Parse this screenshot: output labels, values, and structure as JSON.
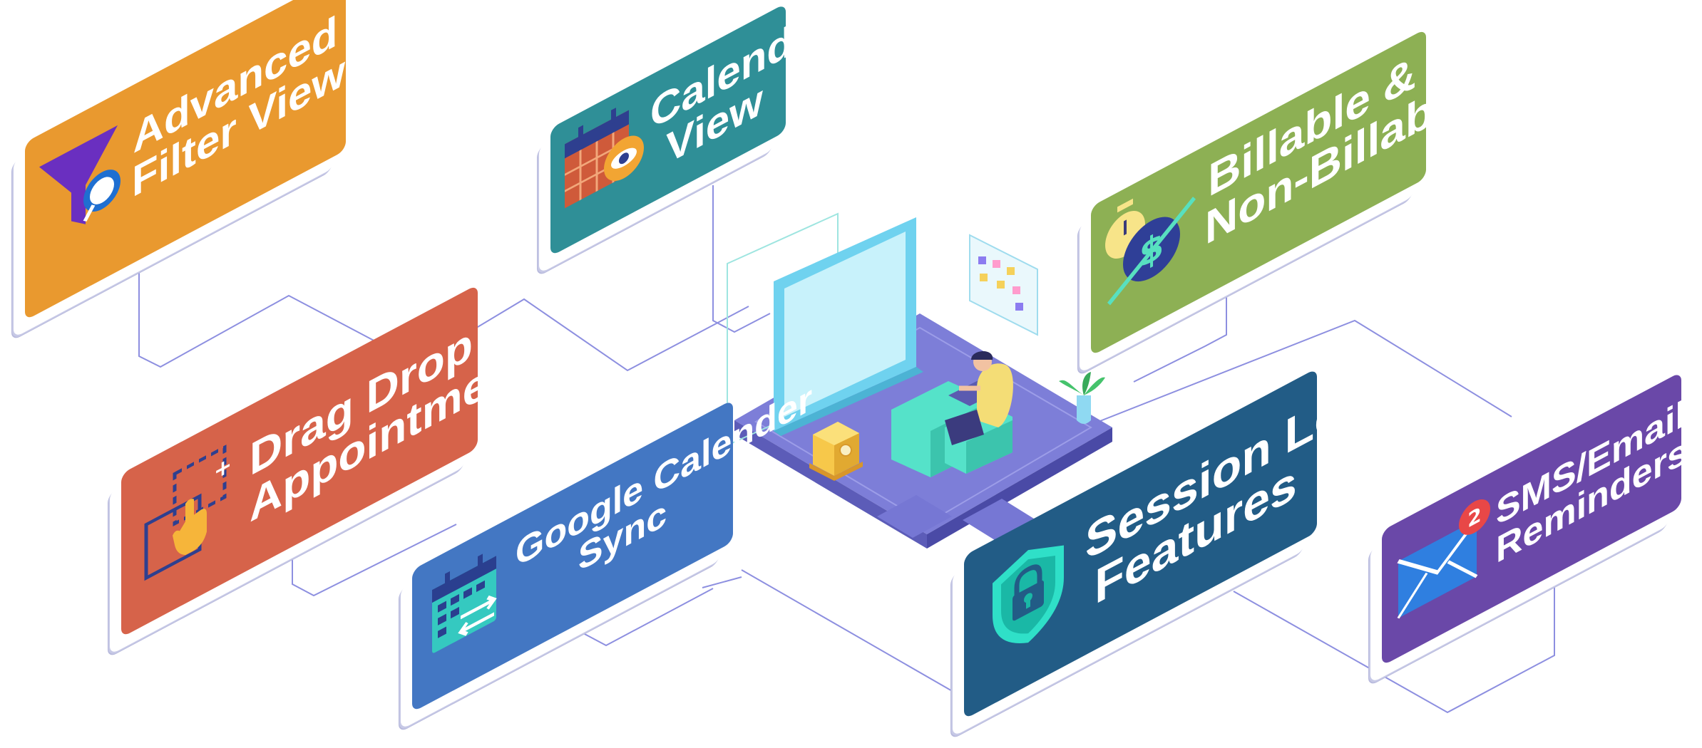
{
  "features": [
    {
      "id": "filter",
      "lines": [
        "Advanced",
        "Filter Views"
      ],
      "icon": "funnel-search-icon",
      "color": "#E9992F"
    },
    {
      "id": "calendar",
      "lines": [
        "Calendar",
        "View"
      ],
      "icon": "calendar-eye-icon",
      "color": "#2F8F97"
    },
    {
      "id": "billable",
      "lines": [
        "Billable &",
        "Non-Billable"
      ],
      "icon": "stopwatch-dollar-icon",
      "color": "#8DB054"
    },
    {
      "id": "dragdrop",
      "lines": [
        "Drag Drop",
        "Appointment"
      ],
      "icon": "drag-drop-hand-icon",
      "color": "#D6634A"
    },
    {
      "id": "gsync",
      "lines": [
        "Google Calender",
        "Sync"
      ],
      "icon": "calendar-sync-icon",
      "color": "#4377C3"
    },
    {
      "id": "session",
      "lines": [
        "Session Lock",
        "Features"
      ],
      "icon": "shield-lock-icon",
      "color": "#225C86"
    },
    {
      "id": "reminders",
      "lines": [
        "SMS/Email",
        "Reminders"
      ],
      "icon": "envelope-badge-icon",
      "color": "#6A48A8",
      "badge": "2"
    }
  ]
}
